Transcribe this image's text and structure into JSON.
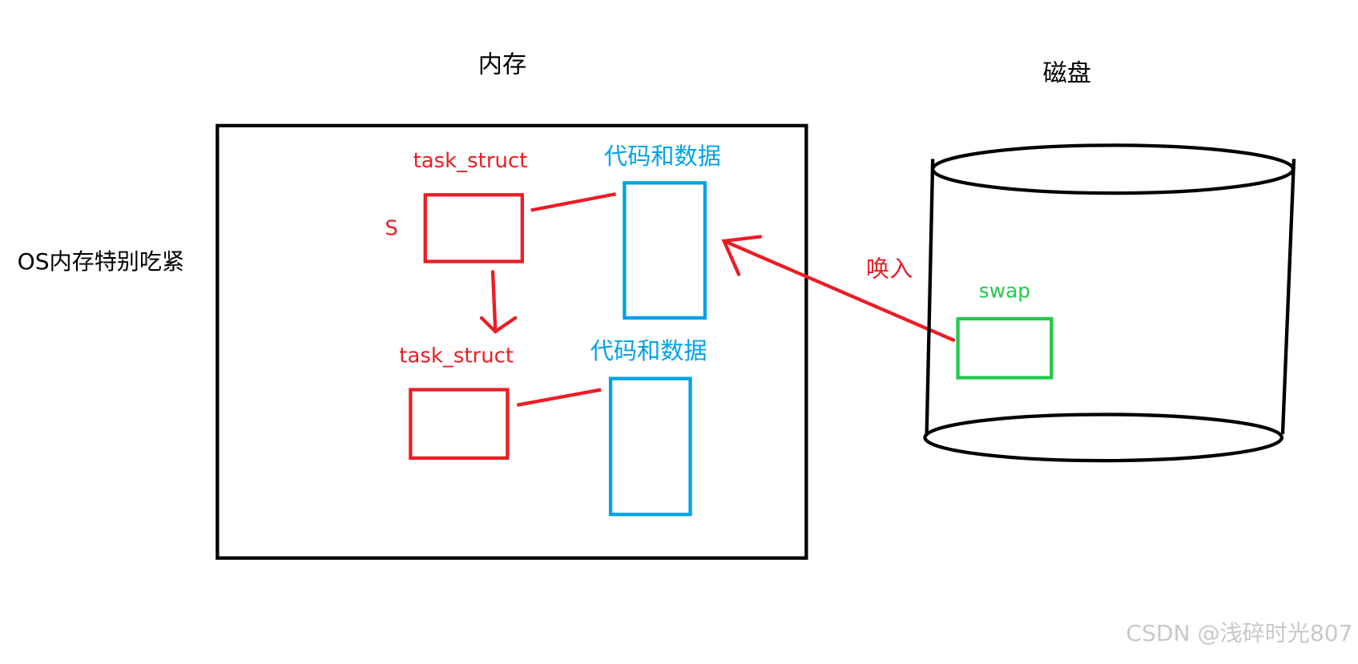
{
  "labels": {
    "memory": "内存",
    "disk": "磁盘",
    "os_pressure": "OS内存特别吃紧",
    "task_struct_1": "task_struct",
    "task_struct_2": "task_struct",
    "state_s": "S",
    "code_data_1": "代码和数据",
    "code_data_2": "代码和数据",
    "swap_in": "唤入",
    "swap": "swap",
    "watermark": "CSDN @浅碎时光807"
  },
  "colors": {
    "black": "#000000",
    "red": "#ed1c24",
    "blue": "#00a2e8",
    "green": "#22c94a",
    "watermark": "#c8c8c8"
  }
}
